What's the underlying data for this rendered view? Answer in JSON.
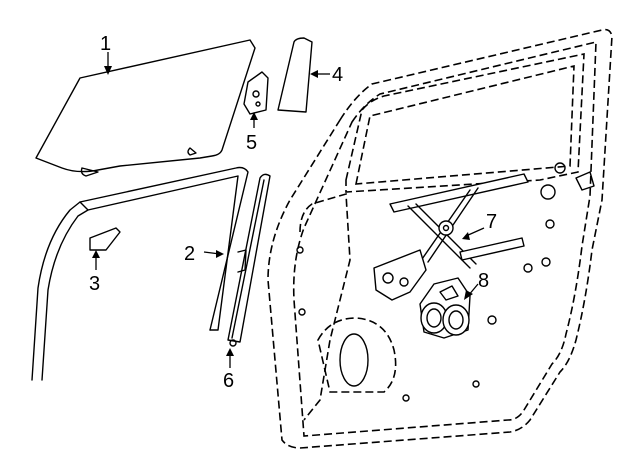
{
  "callouts": [
    {
      "id": "1",
      "label": "1",
      "part": "door-glass"
    },
    {
      "id": "2",
      "label": "2",
      "part": "rear-run-channel"
    },
    {
      "id": "3",
      "label": "3",
      "part": "quarter-glass"
    },
    {
      "id": "4",
      "label": "4",
      "part": "window-frame-cover"
    },
    {
      "id": "5",
      "label": "5",
      "part": "mirror-bracket"
    },
    {
      "id": "6",
      "label": "6",
      "part": "division-bar"
    },
    {
      "id": "7",
      "label": "7",
      "part": "window-regulator"
    },
    {
      "id": "8",
      "label": "8",
      "part": "regulator-motor"
    }
  ]
}
